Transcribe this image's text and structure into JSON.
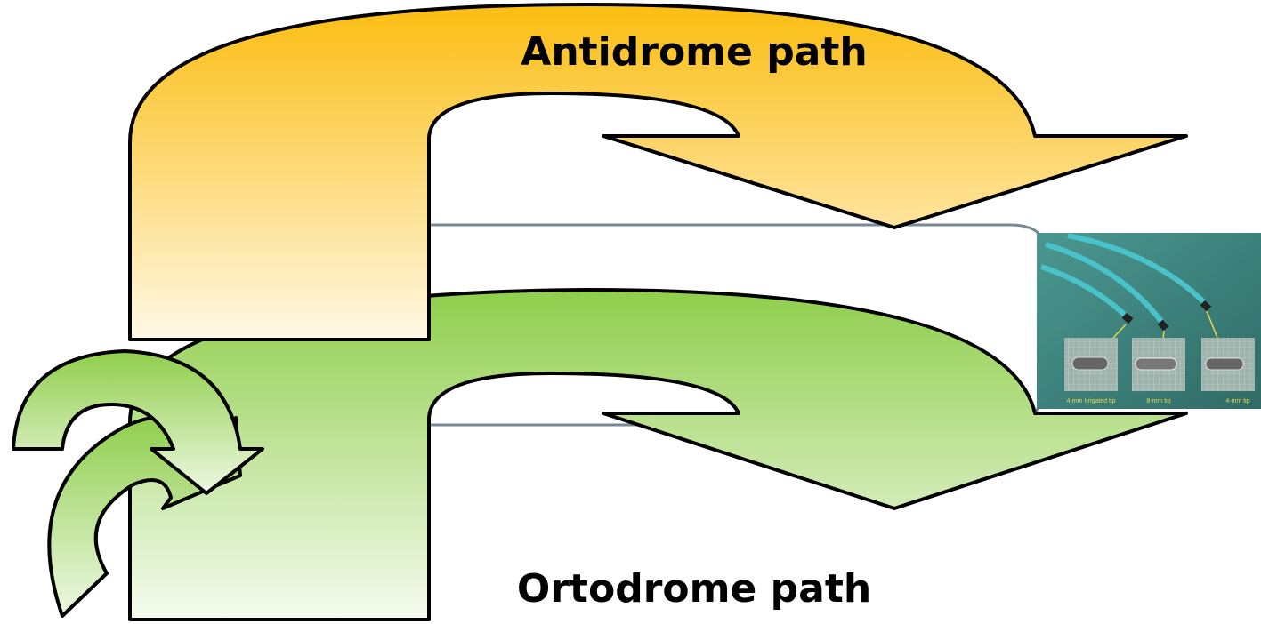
{
  "labels": {
    "antidrome": "Antidrome path",
    "ortodrome": "Ortodrome path"
  },
  "photo": {
    "captions": [
      "4-mm Irrigated tip",
      "8-mm tip",
      "4-mm tip"
    ]
  },
  "colors": {
    "antidrome_top": "#fbbd10",
    "antidrome_bottom": "#fff8e6",
    "ortodrome_top": "#8fce4c",
    "ortodrome_bottom": "#f6fbef",
    "connector": "#7a8794",
    "caption": "#e8d74a",
    "photo_bg": "#2f7f78"
  }
}
